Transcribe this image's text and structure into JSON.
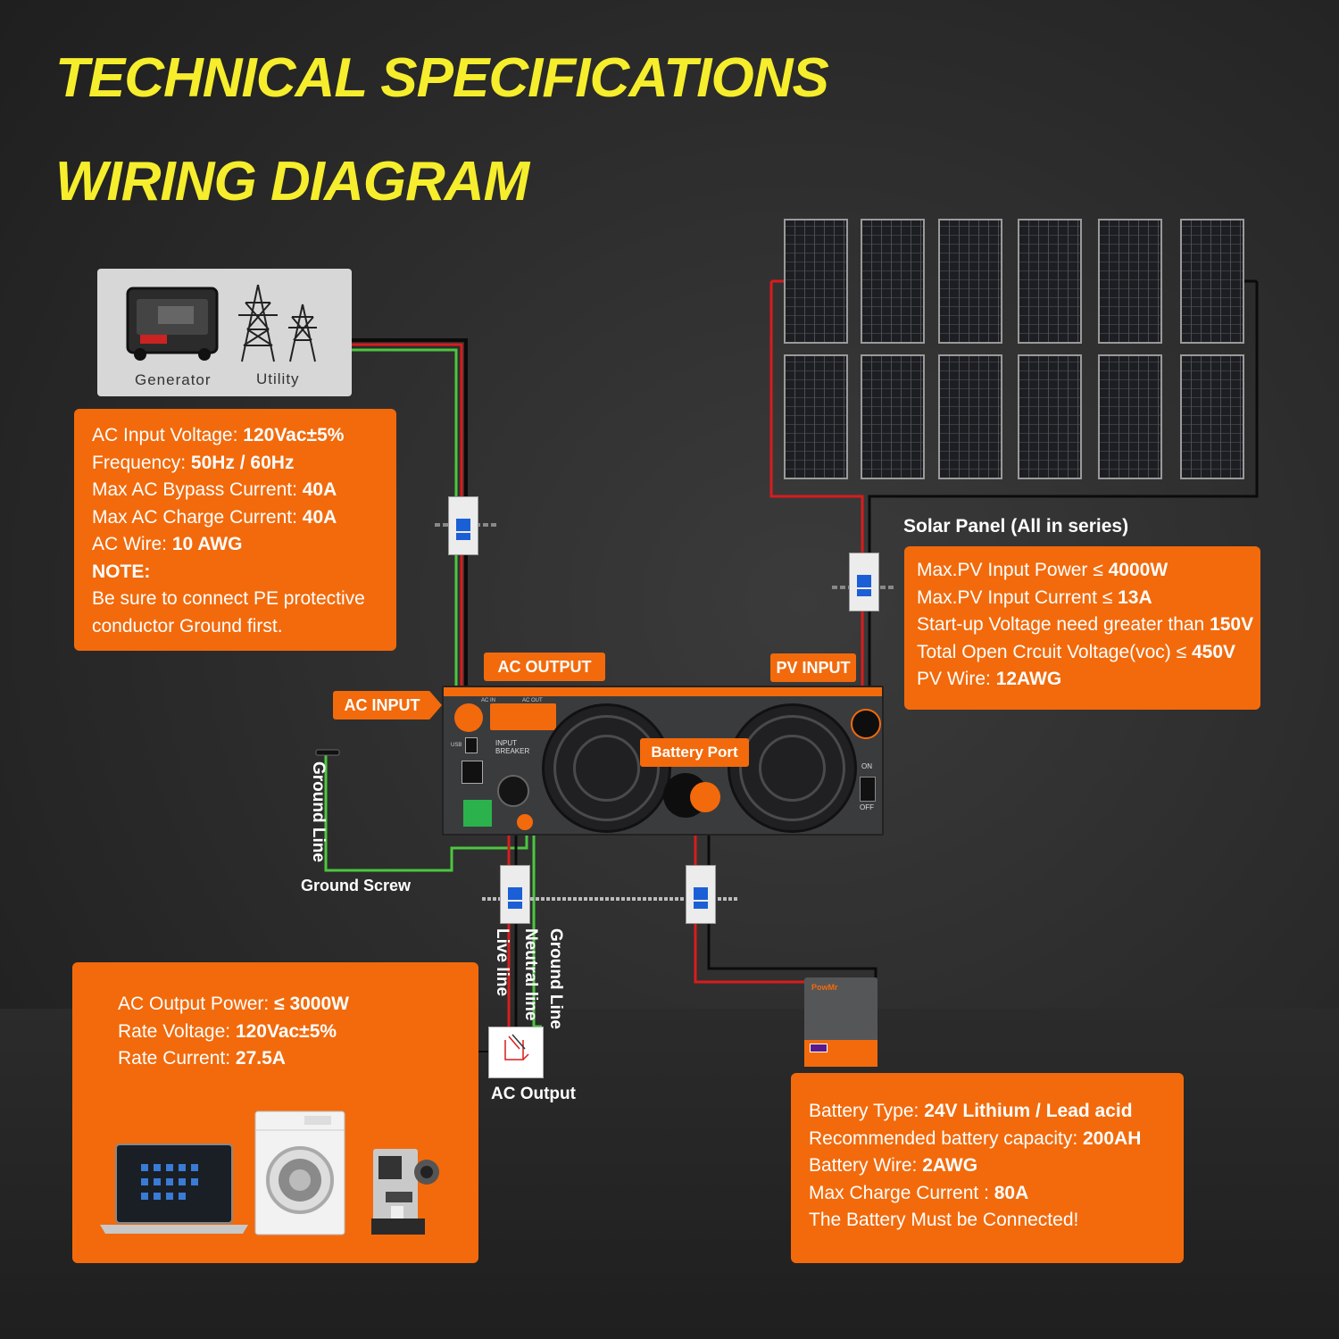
{
  "title": {
    "line1": "TECHNICAL SPECIFICATIONS",
    "line2": "WIRING DIAGRAM"
  },
  "source_card": {
    "generator_label": "Generator",
    "utility_label": "Utility"
  },
  "ac_input_box": {
    "rows": [
      {
        "k": "AC Input Voltage: ",
        "v": "120Vac±5%"
      },
      {
        "k": "Frequency: ",
        "v": "50Hz / 60Hz"
      },
      {
        "k": "Max AC Bypass Current: ",
        "v": "40A"
      },
      {
        "k": "Max AC Charge Current: ",
        "v": "40A"
      },
      {
        "k": "AC Wire: ",
        "v": "10 AWG"
      }
    ],
    "note_label": "NOTE:",
    "note_line1": "Be sure to  connect PE protective",
    "note_line2": "conductor Ground first."
  },
  "solar": {
    "heading": "Solar Panel (All in series)",
    "rows": [
      {
        "k": "Max.PV Input Power ≤ ",
        "v": "4000W"
      },
      {
        "k": "Max.PV Input Current ≤ ",
        "v": "13A"
      },
      {
        "k": "Start-up Voltage need greater than ",
        "v": "150V"
      },
      {
        "k": "Total Open Crcuit Voltage(voc) ≤ ",
        "v": "450V"
      },
      {
        "k": "PV Wire: ",
        "v": "12AWG"
      }
    ]
  },
  "tags": {
    "ac_output": "AC OUTPUT",
    "pv_input": "PV INPUT",
    "ac_input": "AC INPUT",
    "battery_port": "Battery Port"
  },
  "inverter_labels": {
    "ac_in": "AC IN",
    "ac_out": "AC OUT",
    "usb": "USB",
    "input_breaker": "INPUT BREAKER",
    "on": "ON",
    "off": "OFF"
  },
  "labels": {
    "ground_line_left": "Ground Line",
    "ground_screw": "Ground Screw",
    "live_line": "Live line",
    "neutral_line": "Neutral line",
    "ground_line_right": "Ground Line",
    "ac_output": "AC Output"
  },
  "ac_output_box": {
    "rows": [
      {
        "k": "AC Output Power: ",
        "v": "≤ 3000W"
      },
      {
        "k": "Rate Voltage: ",
        "v": "120Vac±5%"
      },
      {
        "k": "Rate Current: ",
        "v": "27.5A"
      }
    ]
  },
  "battery_box": {
    "brand": "PowMr",
    "rows": [
      {
        "k": "Battery Type: ",
        "v": "24V Lithium / Lead acid"
      },
      {
        "k": "Recommended battery capacity: ",
        "v": "200AH"
      },
      {
        "k": "Battery Wire: ",
        "v": "2AWG"
      },
      {
        "k": "Max Charge Current : ",
        "v": "80A"
      }
    ],
    "warning": "The Battery Must be Connected!"
  },
  "colors": {
    "accent": "#f26a0c",
    "title": "#f6ee2c",
    "wire_red": "#d91c1c",
    "wire_green": "#4cc640",
    "wire_black": "#0b0b0b"
  }
}
